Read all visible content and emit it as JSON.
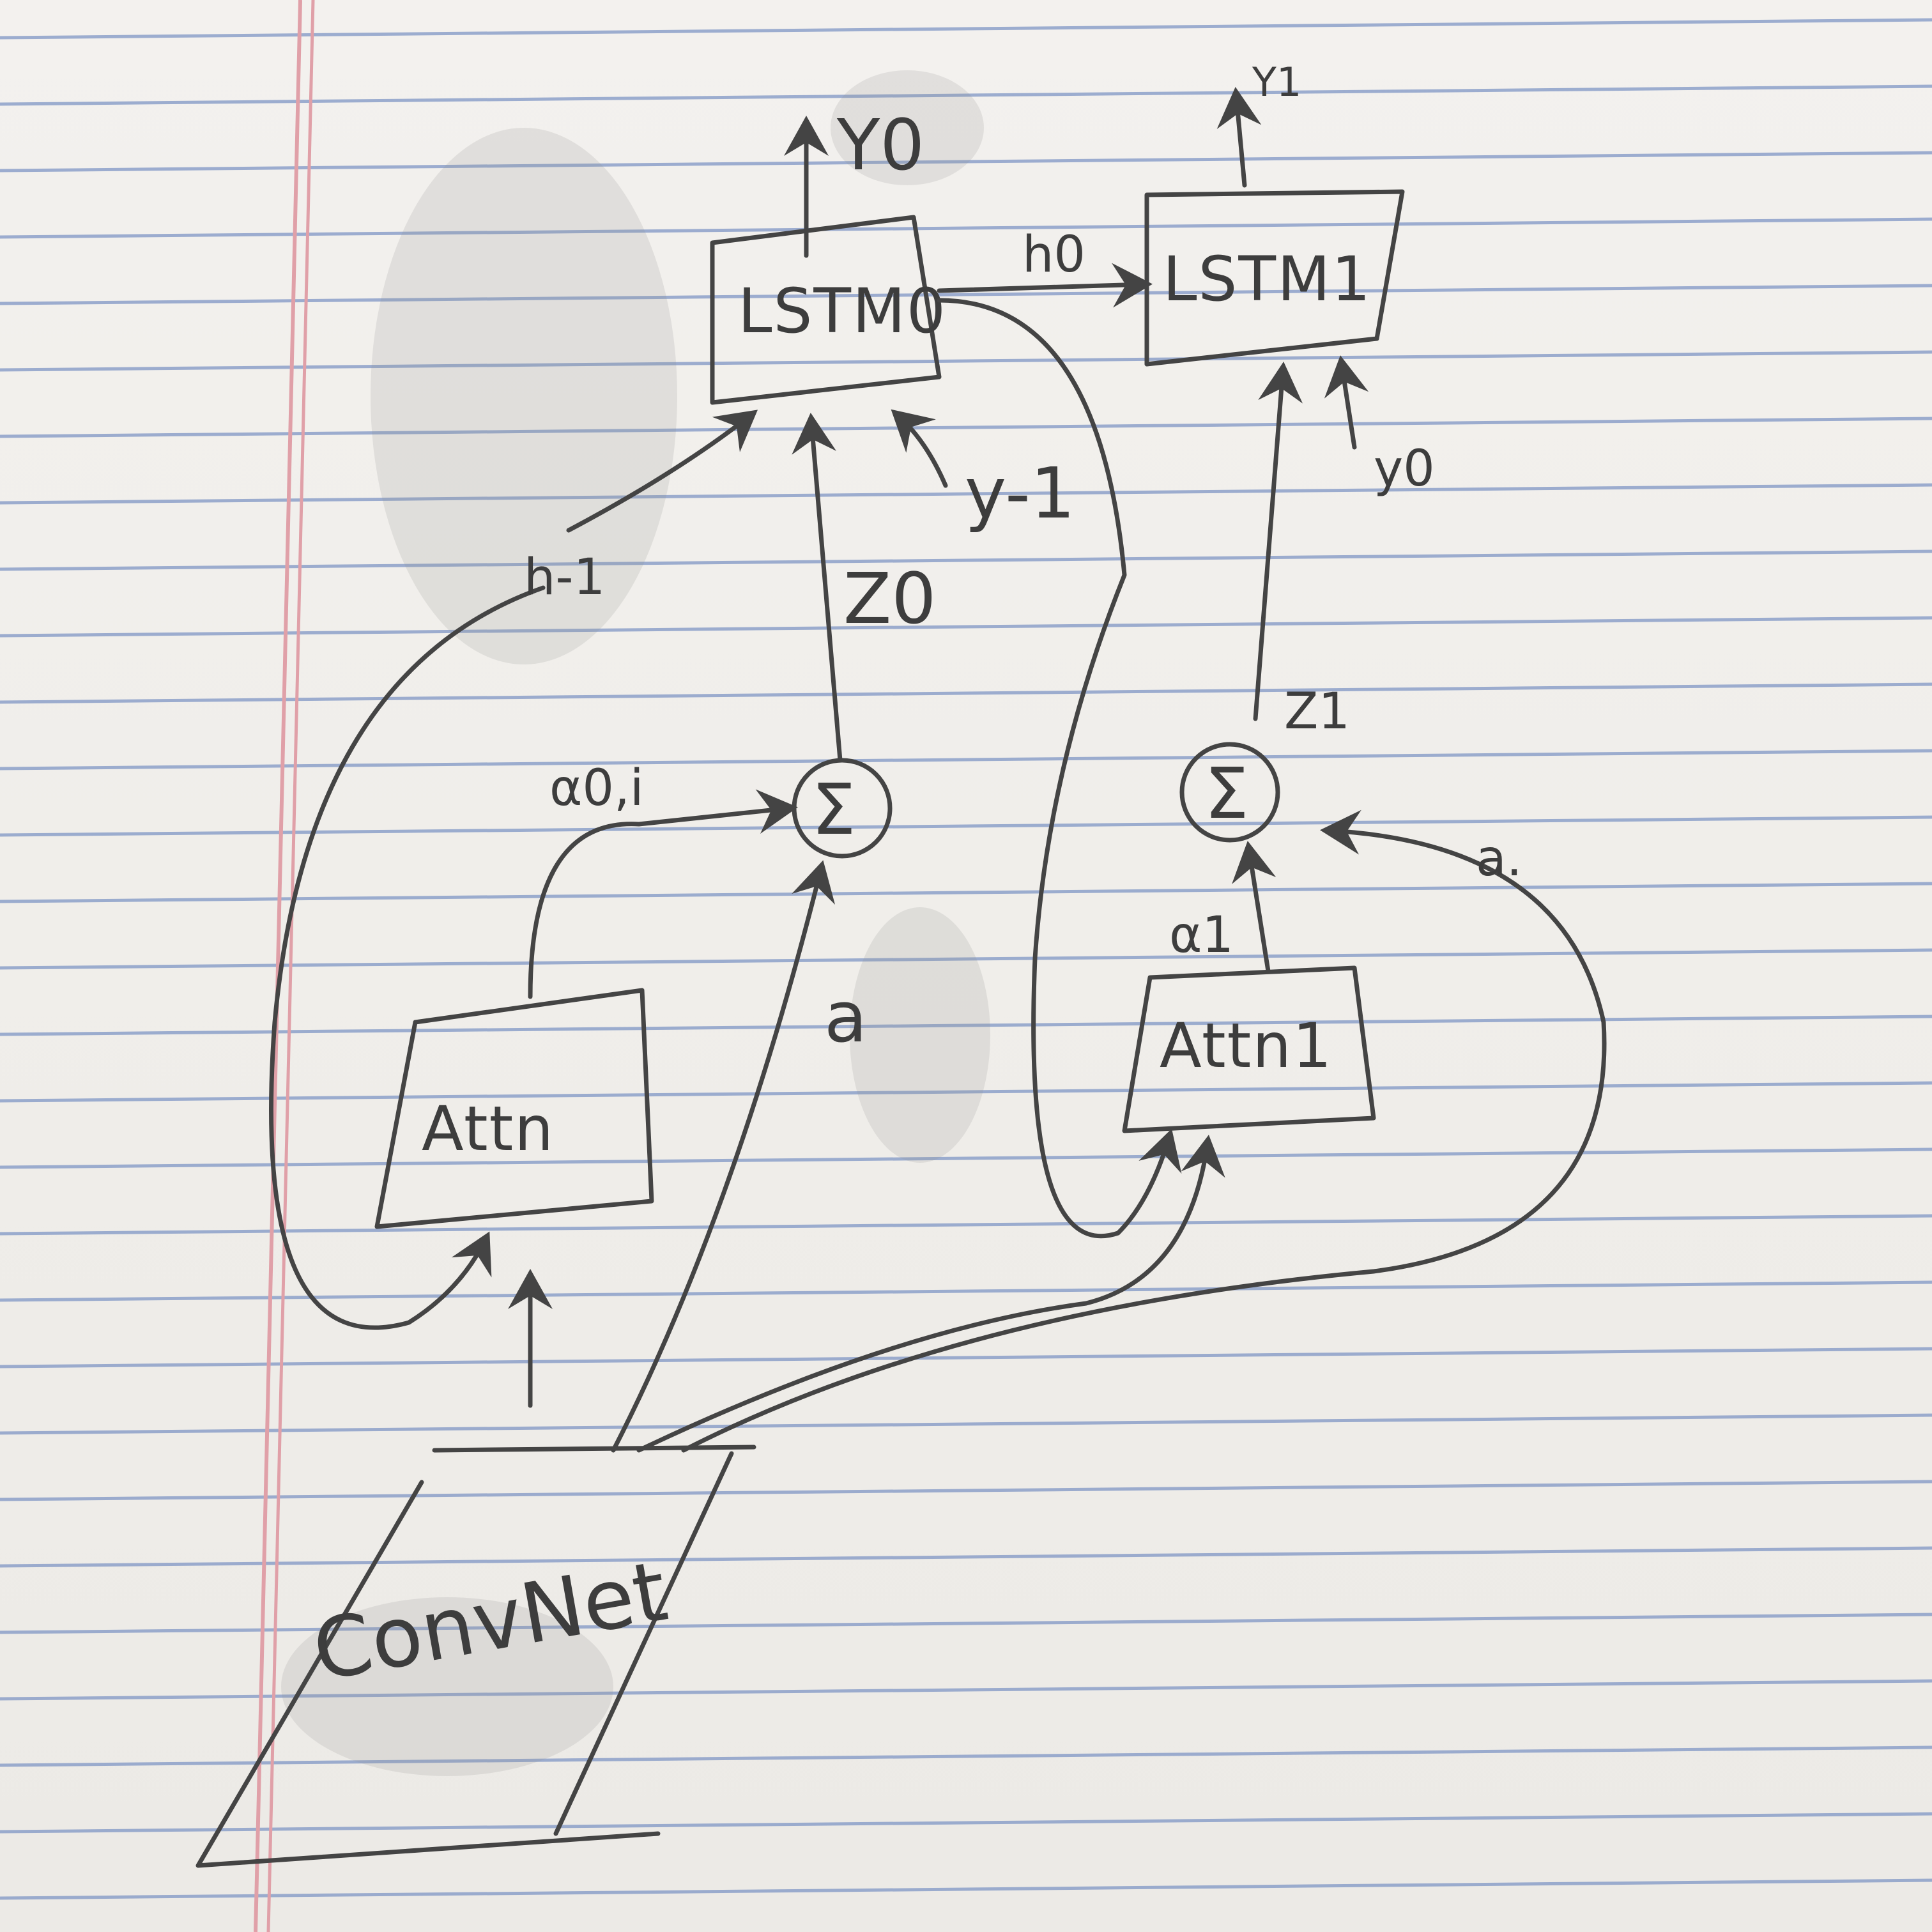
{
  "diagram": {
    "nodes": {
      "lstm0": "LSTM0",
      "lstm1": "LSTM1",
      "attn0": "Attn",
      "attn1": "Attn1",
      "sum0": "Σ",
      "sum1": "Σ",
      "convnet": "ConvNet"
    },
    "labels": {
      "y0_out": "Y0",
      "y1_out": "Y1",
      "h0": "h0",
      "y_minus1": "y-1",
      "h_minus1": "h-1",
      "z0": "Z0",
      "z1": "Z1",
      "y0_in": "y0",
      "alpha0": "α0,i",
      "alpha1": "α1",
      "a_left": "a",
      "a_right": "a."
    }
  },
  "colors": {
    "paper": "#f1efec",
    "rule_line": "#7f95c4",
    "margin_line": "#e0a0a8",
    "pencil": "#444444"
  }
}
